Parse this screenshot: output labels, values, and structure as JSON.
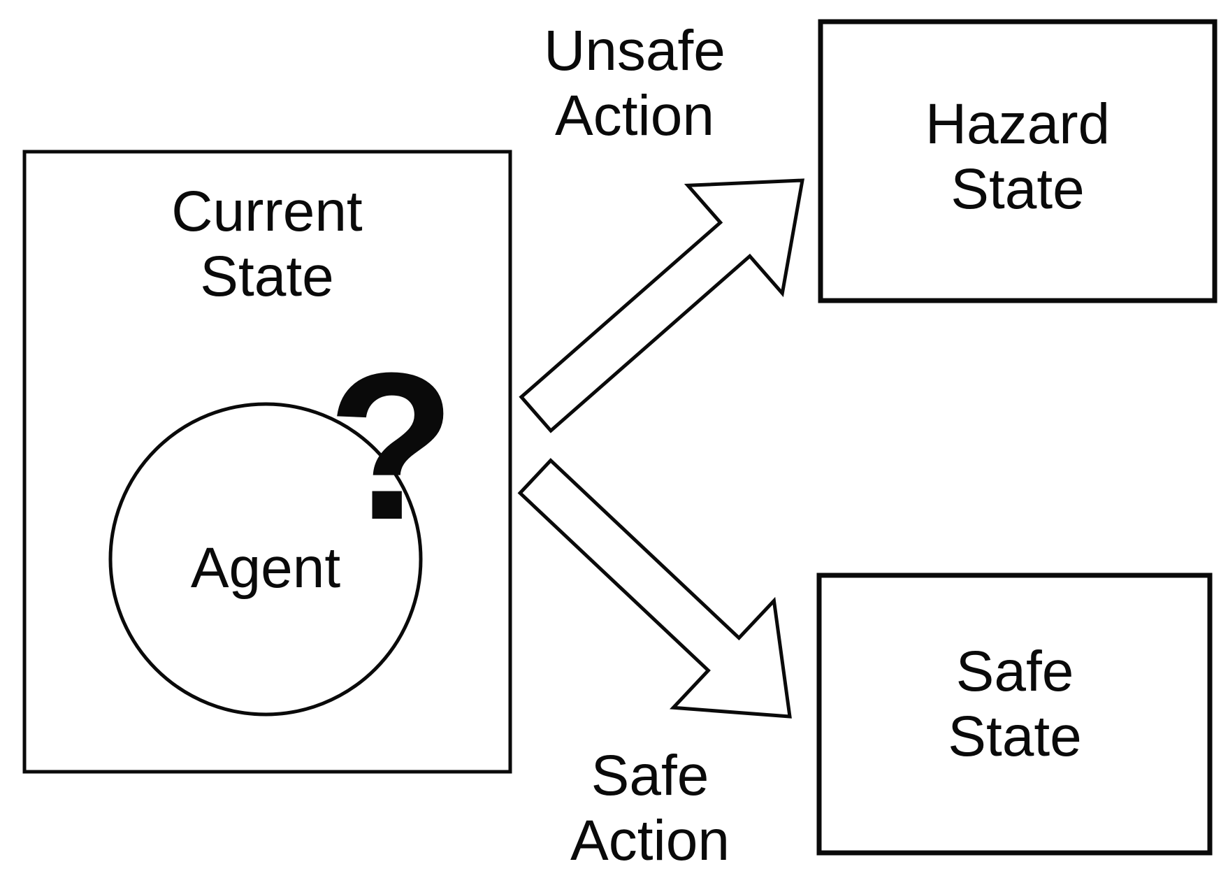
{
  "diagram": {
    "background_color": "#ffffff",
    "line_color": "#0a0a0a",
    "current_state_box": {
      "line1": "Current",
      "line2": "State"
    },
    "agent": {
      "label": "Agent",
      "question_mark": "?"
    },
    "unsafe_transition": {
      "label_line1": "Unsafe",
      "label_line2": "Action",
      "target_box": {
        "line1": "Hazard",
        "line2": "State"
      }
    },
    "safe_transition": {
      "label_line1": "Safe",
      "label_line2": "Action",
      "target_box": {
        "line1": "Safe",
        "line2": "State"
      }
    }
  }
}
